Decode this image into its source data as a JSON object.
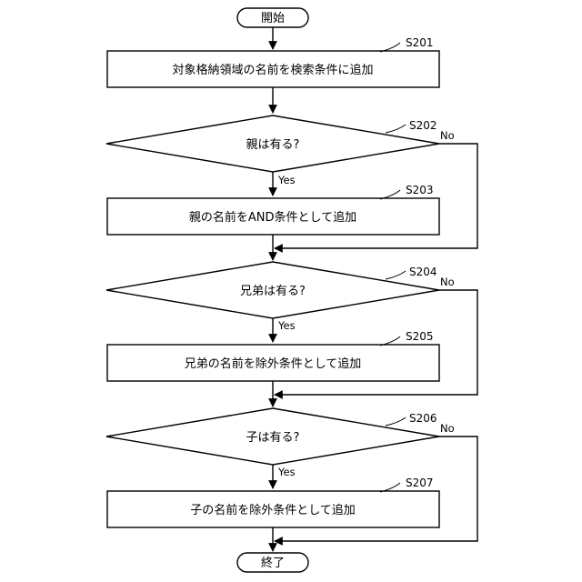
{
  "terminals": {
    "start": "開始",
    "end": "終了"
  },
  "steps": {
    "s201": {
      "id": "S201",
      "text": "対象格納領域の名前を検索条件に追加"
    },
    "s202": {
      "id": "S202",
      "text": "親は有る?"
    },
    "s203": {
      "id": "S203",
      "text": "親の名前をAND条件として追加"
    },
    "s204": {
      "id": "S204",
      "text": "兄弟は有る?"
    },
    "s205": {
      "id": "S205",
      "text": "兄弟の名前を除外条件として追加"
    },
    "s206": {
      "id": "S206",
      "text": "子は有る?"
    },
    "s207": {
      "id": "S207",
      "text": "子の名前を除外条件として追加"
    }
  },
  "branch_labels": {
    "yes": "Yes",
    "no": "No"
  }
}
